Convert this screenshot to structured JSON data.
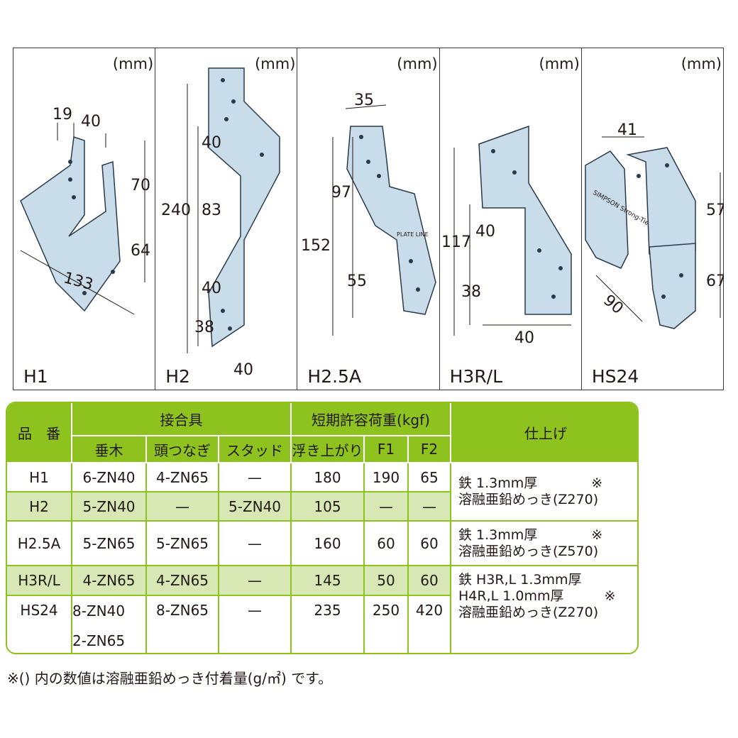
{
  "unit": "(mm)",
  "panels": [
    {
      "label": "H1",
      "dims": [
        "19",
        "40",
        "70",
        "64",
        "133"
      ]
    },
    {
      "label": "H2",
      "dims": [
        "40",
        "240",
        "83",
        "40",
        "38",
        "40"
      ]
    },
    {
      "label": "H2.5A",
      "dims": [
        "35",
        "97",
        "152",
        "55",
        "PLATE LINE"
      ]
    },
    {
      "label": "H3R/L",
      "dims": [
        "117",
        "40",
        "38",
        "40"
      ]
    },
    {
      "label": "HS24",
      "dims": [
        "41",
        "57",
        "67",
        "90",
        "SIMPSON Strong-Tie"
      ]
    }
  ],
  "table": {
    "headers": {
      "item": "品　番",
      "fastener": "接合具",
      "load": "短期許容荷重(kgf)",
      "finish": "仕上げ",
      "rafter": "垂木",
      "head": "頭つなぎ",
      "stud": "スタッド",
      "uplift": "浮き上がり",
      "f1": "F1",
      "f2": "F2"
    },
    "rows": [
      {
        "item": "H1",
        "rafter": "6-ZN40",
        "head": "4-ZN65",
        "stud": "—",
        "uplift": "180",
        "f1": "190",
        "f2": "65"
      },
      {
        "item": "H2",
        "rafter": "5-ZN40",
        "head": "—",
        "stud": "5-ZN40",
        "uplift": "105",
        "f1": "—",
        "f2": "—"
      },
      {
        "item": "H2.5A",
        "rafter": "5-ZN65",
        "head": "5-ZN65",
        "stud": "—",
        "uplift": "160",
        "f1": "60",
        "f2": "60"
      },
      {
        "item": "H3R/L",
        "rafter": "4-ZN65",
        "head": "4-ZN65",
        "stud": "—",
        "uplift": "145",
        "f1": "50",
        "f2": "60"
      },
      {
        "item": "HS24",
        "rafter": "8-ZN40",
        "rafter2": "2-ZN65",
        "head": "8-ZN65",
        "stud": "—",
        "uplift": "235",
        "f1": "250",
        "f2": "420"
      }
    ],
    "finishes": [
      [
        "鉄 1.3mm厚　　　　※",
        "溶融亜鉛めっき(Z270)"
      ],
      [
        "鉄 1.3mm厚　　　　※",
        "溶融亜鉛めっき(Z570)"
      ],
      [
        "鉄 H3R,L 1.3mm厚",
        "H4R,L 1.0mm厚　　　※",
        "溶融亜鉛めっき(Z270)"
      ]
    ]
  },
  "note": "※() 内の数値は溶融亜鉛めっき付着量(g/㎡) です。"
}
